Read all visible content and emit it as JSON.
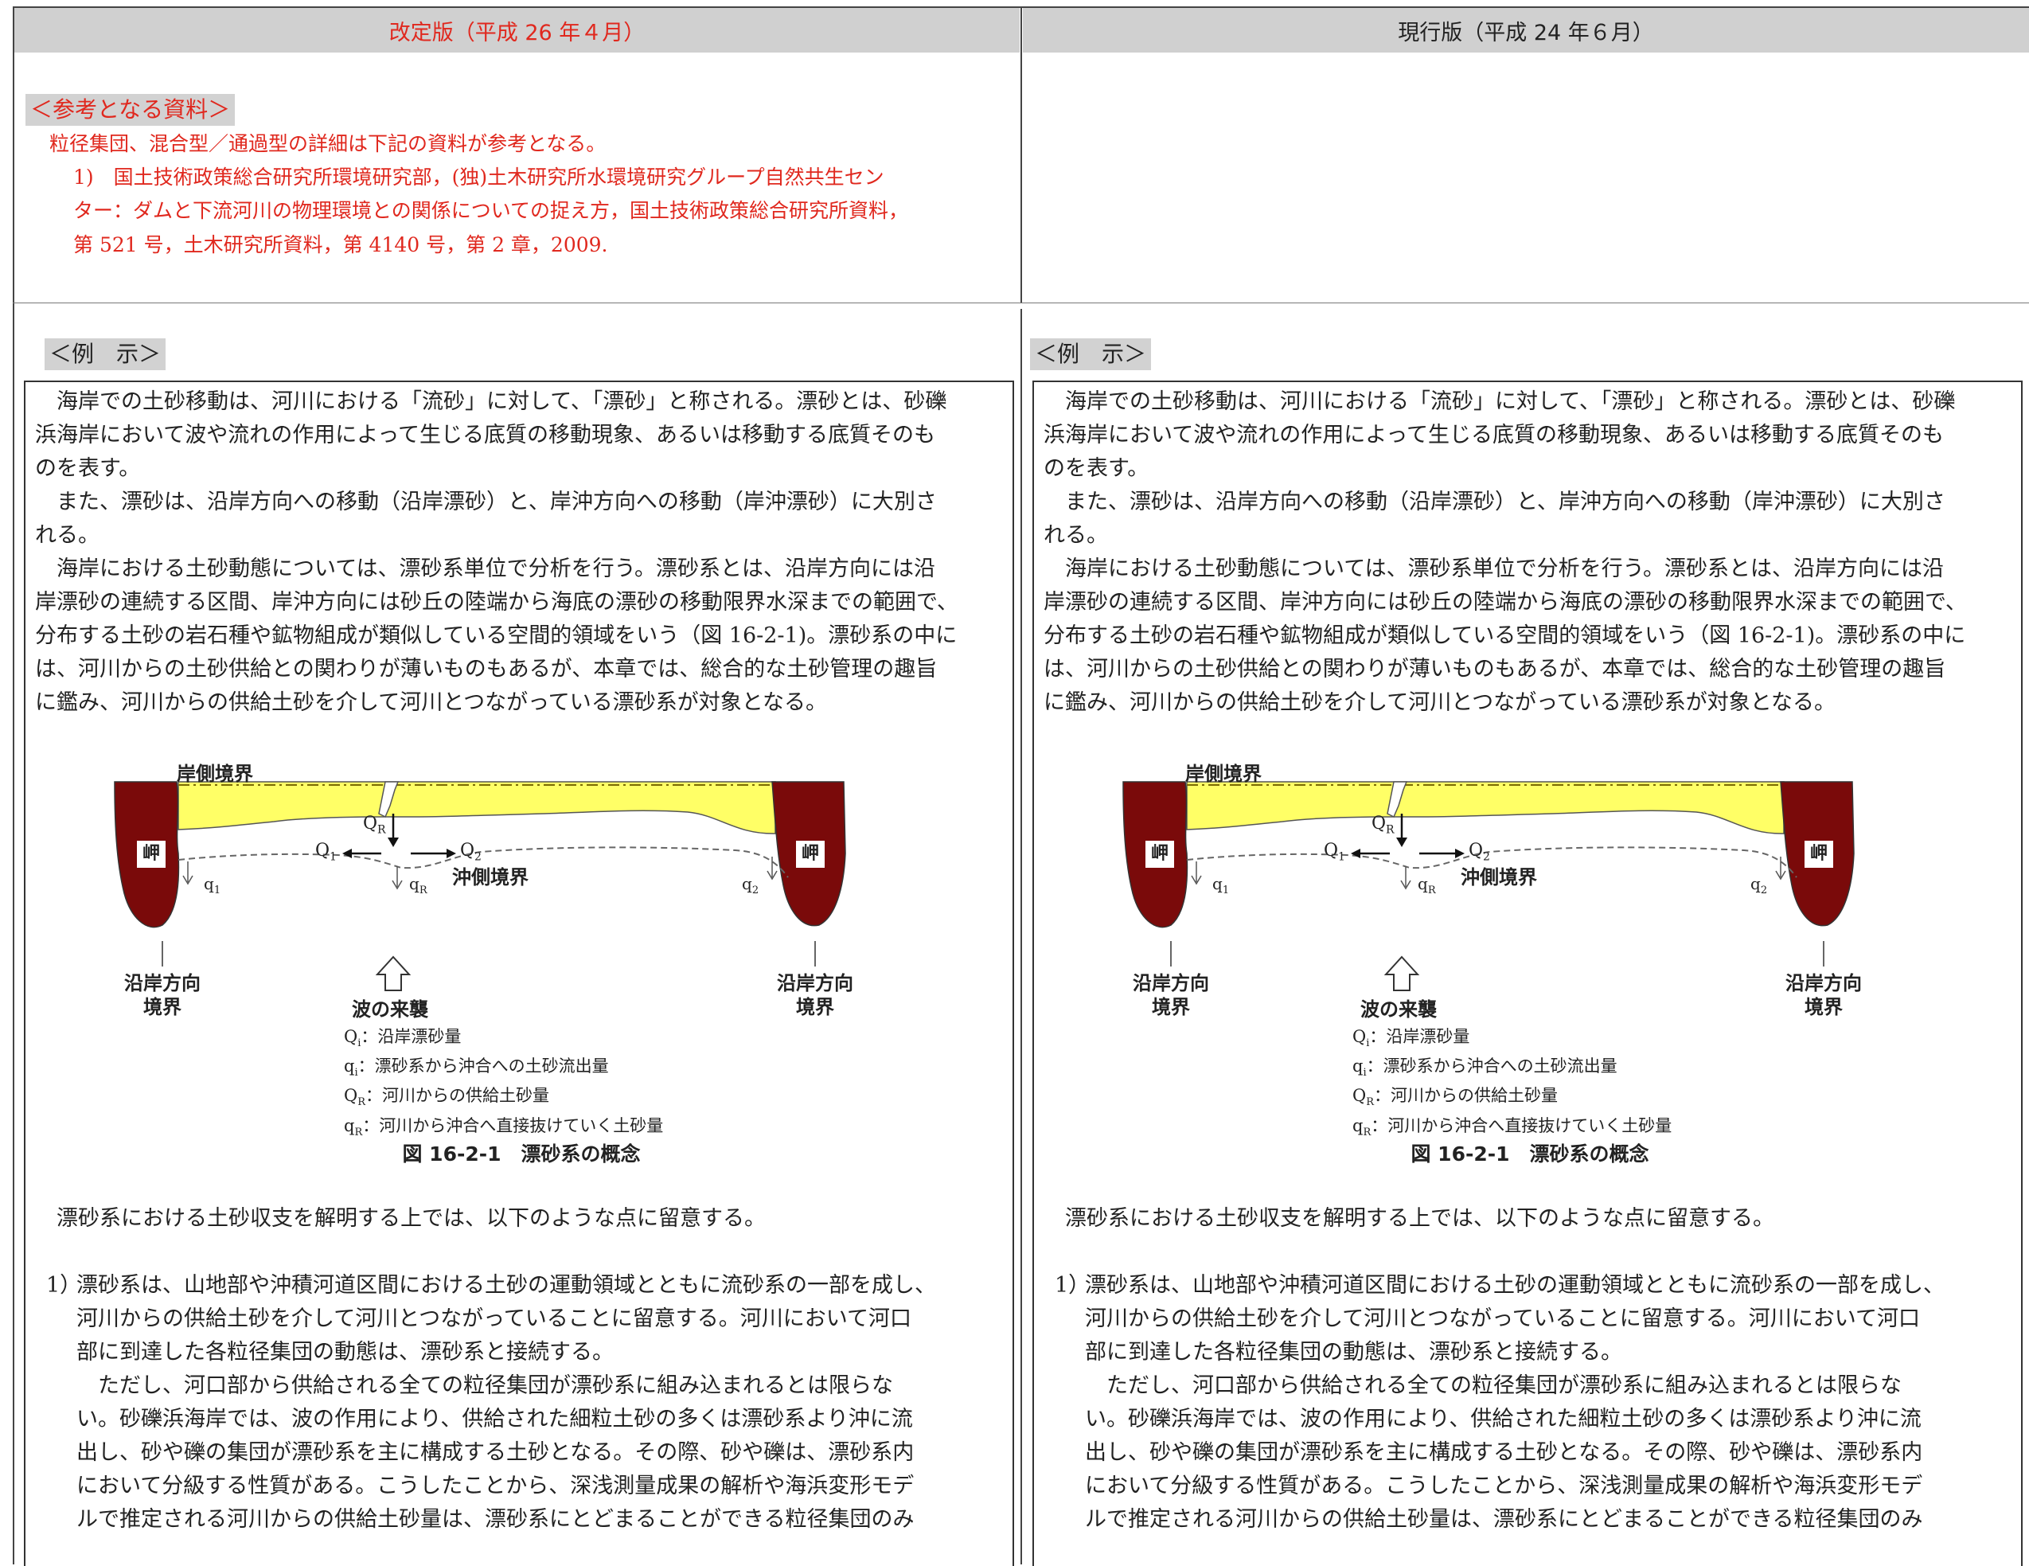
{
  "header": {
    "left_title": "改定版（平成 26 年４月）",
    "right_title": "現行版（平成 24 年６月）"
  },
  "reference": {
    "title": "＜参考となる資料＞",
    "intro": "粒径集団、混合型／通過型の詳細は下記の資料が参考となる。",
    "item_line1": "1)　国土技術政策総合研究所環境研究部，(独)土木研究所水環境研究グループ自然共生セン",
    "item_line2": "ター：ダムと下流河川の物理環境との関係についての捉え方，国土技術政策総合研究所資料，",
    "item_line3": "第 521 号，土木研究所資料，第 4140 号，第 2 章，2009."
  },
  "example_label": "＜例　示＞",
  "body": {
    "p1": [
      "海岸での土砂移動は、河川における「流砂」に対して、「漂砂」と称される。漂砂とは、砂礫",
      "浜海岸において波や流れの作用によって生じる底質の移動現象、あるいは移動する底質そのも",
      "のを表す。"
    ],
    "p2": [
      "また、漂砂は、沿岸方向への移動（沿岸漂砂）と、岸沖方向への移動（岸沖漂砂）に大別さ",
      "れる。"
    ],
    "p3": [
      "海岸における土砂動態については、漂砂系単位で分析を行う。漂砂系とは、沿岸方向には沿",
      "岸漂砂の連続する区間、岸沖方向には砂丘の陸端から海底の漂砂の移動限界水深までの範囲で、",
      "分布する土砂の岩石種や鉱物組成が類似している空間的領域をいう（図 16-2-1)。漂砂系の中に",
      "は、河川からの土砂供給との関わりが薄いものもあるが、本章では、総合的な土砂管理の趣旨",
      "に鑑み、河川からの供給土砂を介して河川とつながっている漂砂系が対象となる。"
    ],
    "p4": "漂砂系における土砂収支を解明する上では、以下のような点に留意する。",
    "item1_num": "1）",
    "item1": [
      "漂砂系は、山地部や沖積河道区間における土砂の運動領域とともに流砂系の一部を成し、",
      "河川からの供給土砂を介して河川とつながっていることに留意する。河川において河口",
      "部に到達した各粒径集団の動態は、漂砂系と接続する。"
    ],
    "item1b": [
      "ただし、河口部から供給される全ての粒径集団が漂砂系に組み込まれるとは限らな",
      "い。砂礫浜海岸では、波の作用により、供給された細粒土砂の多くは漂砂系より沖に流",
      "出し、砂や礫の集団が漂砂系を主に構成する土砂となる。その際、砂や礫は、漂砂系内",
      "において分級する性質がある。こうしたことから、深浅測量成果の解析や海浜変形モデ",
      "ルで推定される河川からの供給土砂量は、漂砂系にとどまることができる粒径集団のみ"
    ]
  },
  "figure": {
    "shore_boundary": "岸側境界",
    "cape": "岬",
    "offshore_boundary": "沖側境界",
    "longshore_boundary_1": "沿岸方向",
    "longshore_boundary_2": "境界",
    "wave": "波の来襲",
    "Q1": "Q",
    "Q1_sub": "1",
    "Q2": "Q",
    "Q2_sub": "2",
    "QR": "Q",
    "QR_sub": "R",
    "q1": "q",
    "q1_sub": "1",
    "q2": "q",
    "q2_sub": "2",
    "qR": "q",
    "qR_sub": "R",
    "legend": [
      {
        "sym": "Q",
        "sub": "i",
        "text": "：沿岸漂砂量"
      },
      {
        "sym": "q",
        "sub": "i",
        "text": "：漂砂系から沖合への土砂流出量"
      },
      {
        "sym": "Q",
        "sub": "R",
        "text": "：河川からの供給土砂量"
      },
      {
        "sym": "q",
        "sub": "R",
        "text": "：河川から沖合へ直接抜けていく土砂量"
      }
    ],
    "caption": "図 16-2-1　漂砂系の概念"
  },
  "colors": {
    "accent_red": "#e0281e",
    "cape": "#7a0a0a",
    "sand": "#ffff66",
    "header_gray": "#d0d0d0"
  }
}
